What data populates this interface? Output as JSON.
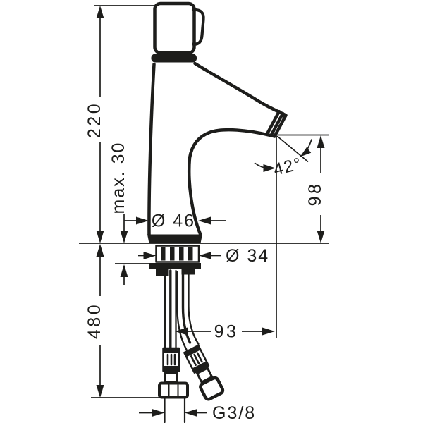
{
  "meta": {
    "description": "Technical dimension drawing of a single-hole basin mixer faucet (side view) with flexible supply hoses",
    "background_color": "#ffffff",
    "ink_color": "#1d1d1b",
    "units": "mm"
  },
  "labels": {
    "overall_height": "220",
    "max_mounting_thickness": "max. 30",
    "body_diameter": "Ø 46",
    "shank_diameter": "Ø 34",
    "outlet_height": "98",
    "spout_angle": "42°",
    "hose_length": "480",
    "spout_reach": "93",
    "connection_thread": "G3/8"
  }
}
